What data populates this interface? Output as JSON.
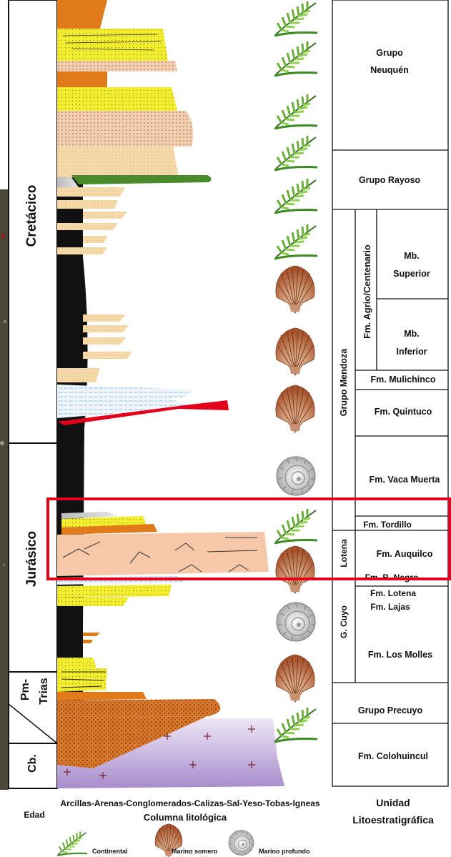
{
  "ages": [
    {
      "label": "Cretácico"
    },
    {
      "label": "Jurásico"
    },
    {
      "label": "Pm-"
    },
    {
      "label": "Trias"
    },
    {
      "label": "Cb."
    }
  ],
  "units": [
    {
      "label": "Grupo"
    },
    {
      "label": "Neuquén"
    },
    {
      "label": "Grupo Rayoso"
    },
    {
      "label": "Mb."
    },
    {
      "label": "Superior"
    },
    {
      "label": "Mb."
    },
    {
      "label": "Inferior"
    },
    {
      "label": "Fm. Mulichinco"
    },
    {
      "label": "Fm. Quintuco"
    },
    {
      "label": "Fm. Vaca Muerta"
    },
    {
      "label": "Fm. Tordillo"
    },
    {
      "label": "Fm. Auquilco"
    },
    {
      "label": "Fm. B. Negro"
    },
    {
      "label": "Fm. Lotena"
    },
    {
      "label": "Fm. Lajas"
    },
    {
      "label": "Fm. Los Molles"
    },
    {
      "label": "Grupo Precuyo"
    },
    {
      "label": "Fm. Colohuincul"
    }
  ],
  "vertical_units": {
    "mendoza": "Grupo Mendoza",
    "agrio": "Fm. Agrio/Centenario",
    "lotena": "Lotena",
    "cuyo": "G. Cuyo"
  },
  "lithology_legend": "Arcillas-Arenas-Conglomerados-Calizas-Sal-Yeso-Tobas-Igneas",
  "column_title": "Columna litológica",
  "age_title": "Edad",
  "unit_title_1": "Unidad",
  "unit_title_2": "Litoestratigráfica",
  "environment_legend": {
    "continental": "Continental",
    "marine_shallow": "Marino somero",
    "marine_deep": "Marino profundo"
  },
  "colors": {
    "sandstone": "#f5d9a8",
    "yellow_sand": "#f2ee2e",
    "conglomerate": "#e07a1a",
    "claystone": "#111111",
    "limestone": "#cfe3f5",
    "igneous": "#c8b6e4",
    "highlight": "#e2001a",
    "green_lens": "#4a8a2a"
  }
}
